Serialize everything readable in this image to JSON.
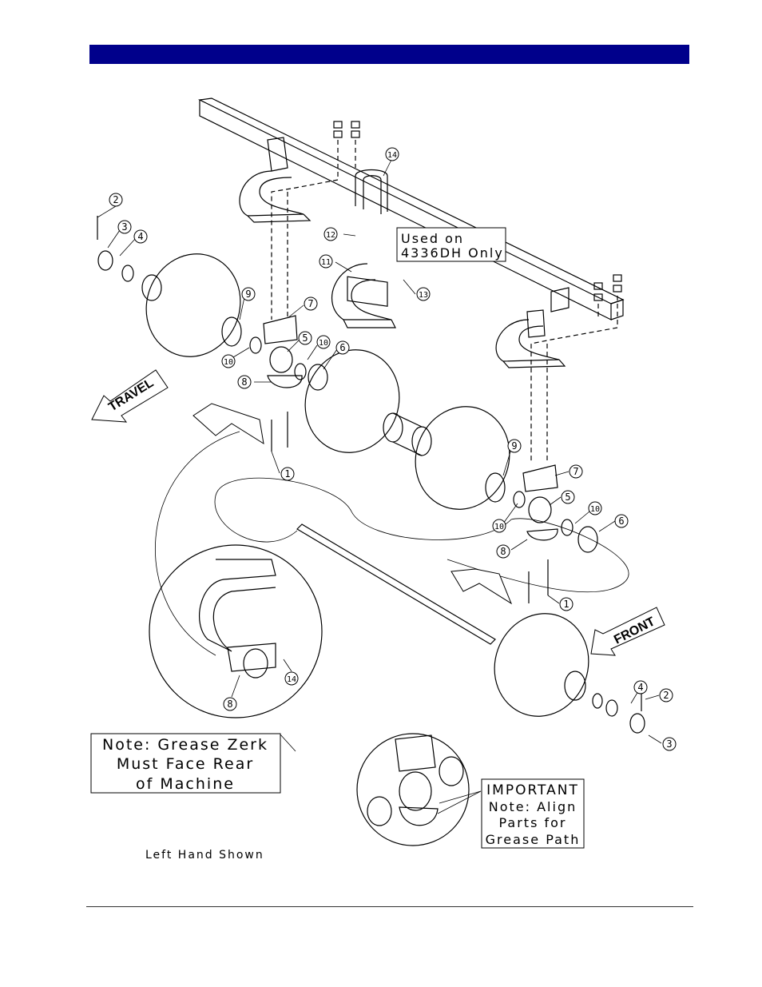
{
  "callouts": {
    "c1a": "1",
    "c1b": "1",
    "c2a": "2",
    "c2b": "2",
    "c3a": "3",
    "c3b": "3",
    "c4a": "4",
    "c4b": "4",
    "c5a": "5",
    "c5b": "5",
    "c6a": "6",
    "c6b": "6",
    "c7a": "7",
    "c7b": "7",
    "c8a": "8",
    "c8b": "8",
    "c8c": "8",
    "c9a": "9",
    "c9b": "9",
    "c10a": "10",
    "c10b": "10",
    "c10c": "10",
    "c10d": "10",
    "c11": "11",
    "c12": "12",
    "c13": "13",
    "c14a": "14",
    "c14b": "14"
  },
  "arrows": {
    "travel": "TRAVEL",
    "front": "FRONT"
  },
  "notes": {
    "used_on_line1": "Used on",
    "used_on_line2": "4336DH Only",
    "grease_zerk_line1": "Note: Grease Zerk",
    "grease_zerk_line2": "Must Face Rear",
    "grease_zerk_line3": "of Machine",
    "important_line1": "IMPORTANT",
    "important_line2": "Note: Align",
    "important_line3": "Parts for",
    "important_line4": "Grease Path",
    "left_hand_shown": "Left Hand Shown"
  },
  "colors": {
    "header_bar": "#00008b",
    "line": "#000000"
  }
}
